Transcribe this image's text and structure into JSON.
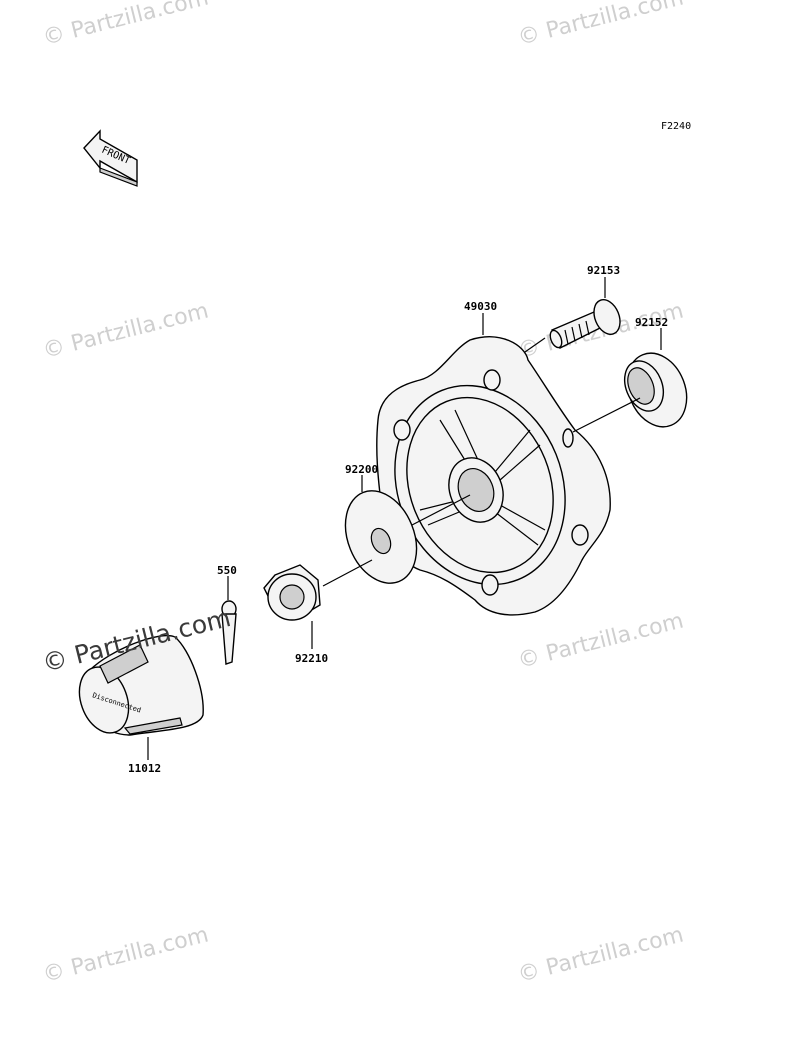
{
  "figure_code": "F2240",
  "front_arrow_label": "FRONT",
  "watermark": "© Partzilla.com",
  "cap_label": "Disconnected",
  "parts": [
    {
      "id": "hub",
      "number": "49030"
    },
    {
      "id": "stud",
      "number": "92153"
    },
    {
      "id": "seal",
      "number": "92152"
    },
    {
      "id": "washer",
      "number": "92200"
    },
    {
      "id": "cotter-pin",
      "number": "550"
    },
    {
      "id": "nut",
      "number": "92210"
    },
    {
      "id": "cap",
      "number": "11012"
    }
  ]
}
